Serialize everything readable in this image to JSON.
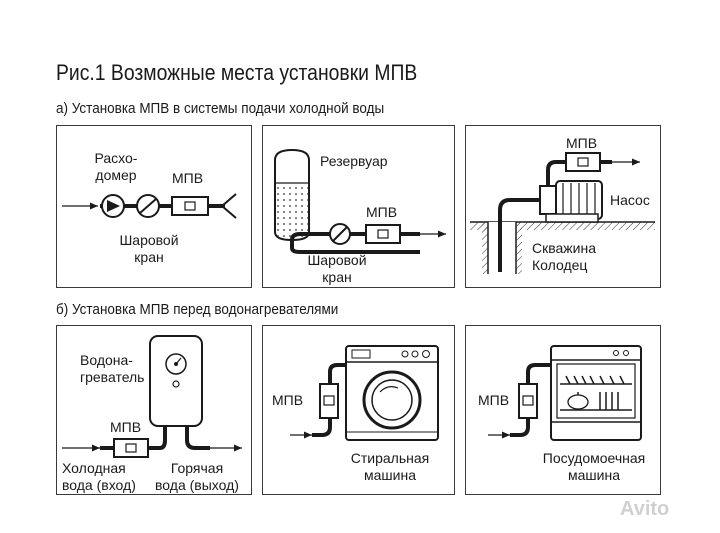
{
  "title": "Рис.1 Возможные места установки МПВ",
  "section_a": "а) Установка МПВ в системы подачи холодной воды",
  "section_b": "б) Установка МПВ перед водонагревателями",
  "panel1": {
    "meter_line1": "Расхо-",
    "meter_line2": "домер",
    "mpv": "МПВ",
    "valve_line1": "Шаровой",
    "valve_line2": "кран"
  },
  "panel2": {
    "tank": "Резервуар",
    "mpv": "МПВ",
    "valve_line1": "Шаровой",
    "valve_line2": "кран"
  },
  "panel3": {
    "mpv": "МПВ",
    "pump": "Насос",
    "well_line1": "Скважина",
    "well_line2": "Колодец"
  },
  "panel4": {
    "heater_line1": "Водона-",
    "heater_line2": "греватель",
    "mpv": "МПВ",
    "cold_line1": "Холодная",
    "cold_line2": "вода (вход)",
    "hot_line1": "Горячая",
    "hot_line2": "вода (выход)"
  },
  "panel5": {
    "mpv": "МПВ",
    "machine_line1": "Стиральная",
    "machine_line2": "машина"
  },
  "panel6": {
    "mpv": "МПВ",
    "machine_line1": "Посудомоечная",
    "machine_line2": "машина"
  },
  "watermark": "Avito"
}
